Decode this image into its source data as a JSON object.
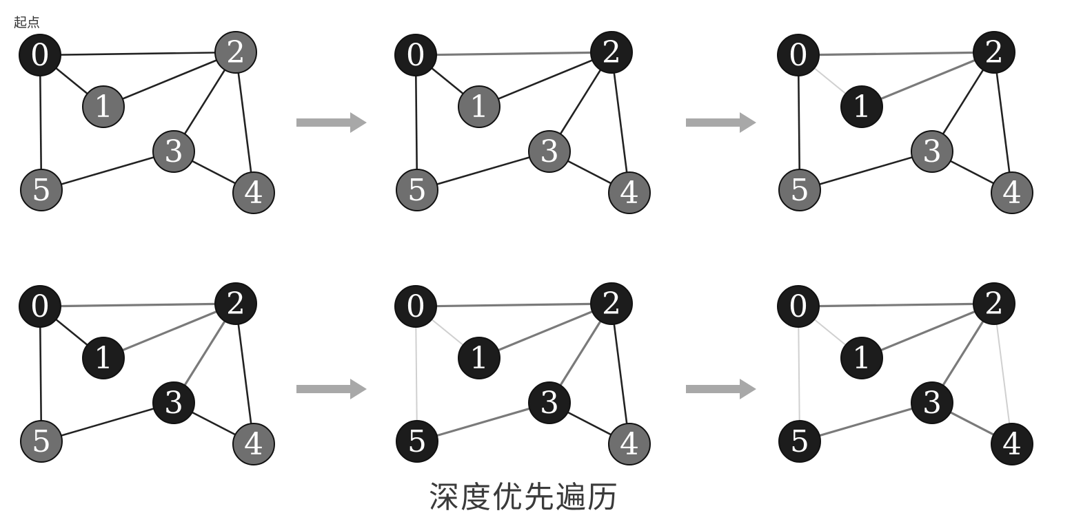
{
  "start_label": "起点",
  "caption": "深度优先遍历",
  "colors": {
    "visited": "#1c1c1c",
    "unvisited": "#6f6f6f",
    "edge_default": "#222222",
    "edge_traversed": "#7a7a7a",
    "edge_backtracked": "#d0d0d0",
    "arrow": "#a8a8a8",
    "node_stroke": "#111111",
    "node_text": "#ffffff"
  },
  "graph": {
    "nodes": [
      "0",
      "1",
      "2",
      "3",
      "4",
      "5"
    ],
    "edges": [
      [
        "0",
        "2"
      ],
      [
        "0",
        "1"
      ],
      [
        "1",
        "2"
      ],
      [
        "0",
        "5"
      ],
      [
        "2",
        "3"
      ],
      [
        "2",
        "4"
      ],
      [
        "3",
        "5"
      ],
      [
        "3",
        "4"
      ]
    ]
  },
  "steps": [
    {
      "visited": [
        "0"
      ],
      "traversed": [],
      "backtracked": []
    },
    {
      "visited": [
        "0",
        "2"
      ],
      "traversed": [
        [
          "0",
          "2"
        ]
      ],
      "backtracked": []
    },
    {
      "visited": [
        "0",
        "1",
        "2"
      ],
      "traversed": [
        [
          "0",
          "2"
        ],
        [
          "1",
          "2"
        ]
      ],
      "backtracked": [
        [
          "0",
          "1"
        ]
      ]
    },
    {
      "visited": [
        "0",
        "1",
        "2",
        "3"
      ],
      "traversed": [
        [
          "0",
          "2"
        ],
        [
          "1",
          "2"
        ],
        [
          "2",
          "3"
        ]
      ],
      "backtracked": []
    },
    {
      "visited": [
        "0",
        "1",
        "2",
        "3",
        "5"
      ],
      "traversed": [
        [
          "0",
          "2"
        ],
        [
          "1",
          "2"
        ],
        [
          "2",
          "3"
        ],
        [
          "3",
          "5"
        ]
      ],
      "backtracked": [
        [
          "0",
          "1"
        ],
        [
          "0",
          "5"
        ]
      ]
    },
    {
      "visited": [
        "0",
        "1",
        "2",
        "3",
        "4",
        "5"
      ],
      "traversed": [
        [
          "0",
          "2"
        ],
        [
          "1",
          "2"
        ],
        [
          "2",
          "3"
        ],
        [
          "3",
          "5"
        ],
        [
          "3",
          "4"
        ]
      ],
      "backtracked": [
        [
          "0",
          "1"
        ],
        [
          "0",
          "5"
        ],
        [
          "2",
          "4"
        ]
      ]
    }
  ]
}
